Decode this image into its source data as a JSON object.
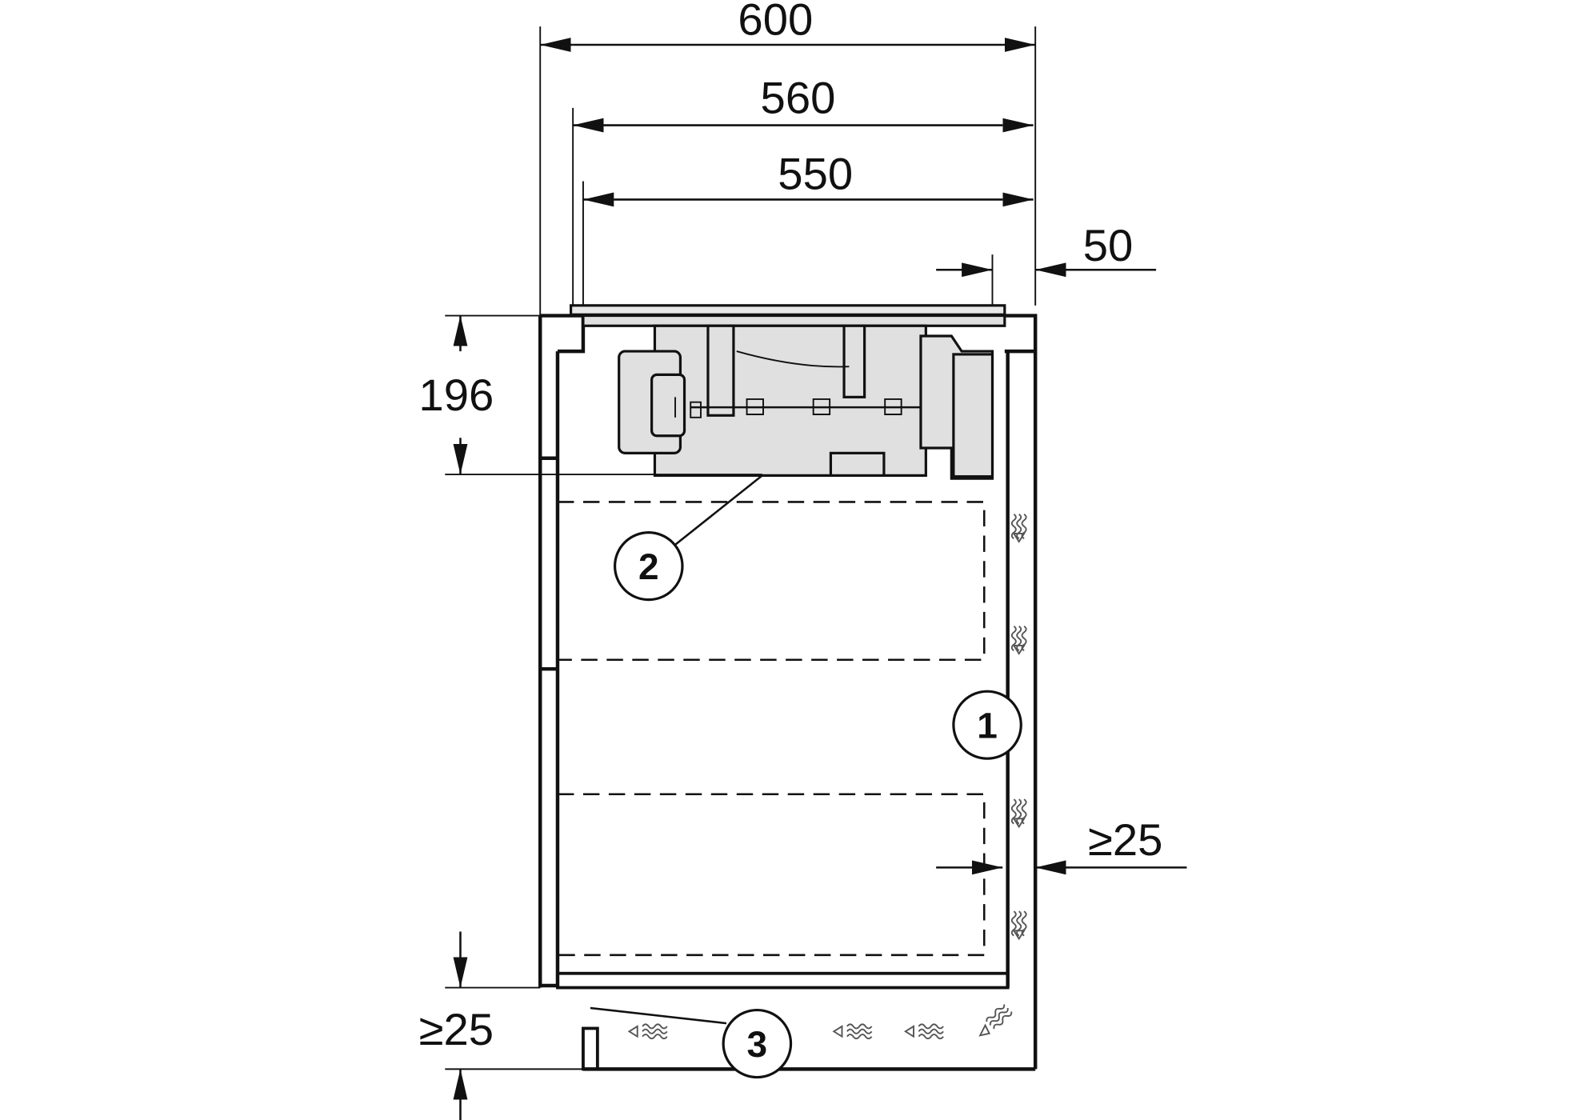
{
  "diagram": {
    "dimensions": {
      "overall_width": "600",
      "cooktop_width": "560",
      "cutout_width": "550",
      "rear_offset": "50",
      "appliance_depth": "196",
      "rear_gap": "≥25",
      "plinth_gap": "≥25"
    },
    "callouts": {
      "rear_air_channel": "1",
      "appliance": "2",
      "plinth_air_inlet": "3"
    },
    "colors": {
      "line": "#111111",
      "appliance_fill": "#e0e0e0"
    }
  }
}
